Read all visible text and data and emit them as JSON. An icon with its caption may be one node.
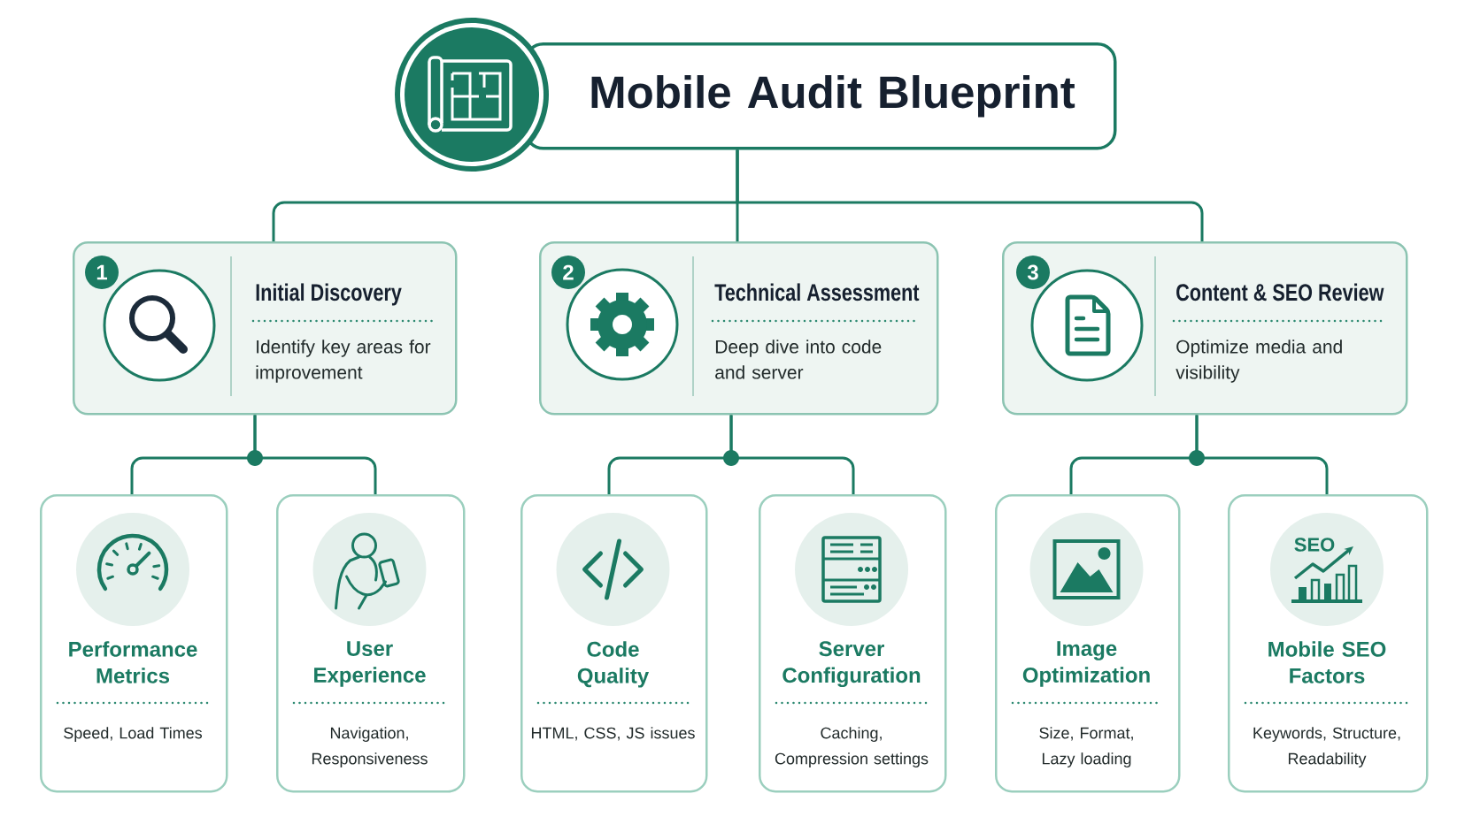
{
  "diagram": {
    "nodes": [
      {
        "text": [
          "Mobile Audit Blueprint"
        ]
      },
      {
        "text": [
          "Initial Discovery",
          "Identify key areas for improvement"
        ]
      },
      {
        "text": [
          "1"
        ],
        "in": 1
      },
      {
        "text": [
          "Technical Assessment",
          "Deep dive into code and server"
        ]
      },
      {
        "text": [
          "2"
        ],
        "in": 3
      },
      {
        "text": [
          "Content & SEO Review",
          "Optimize media and visibility"
        ]
      },
      {
        "text": [
          "3"
        ],
        "in": 5
      },
      {
        "text": [
          "Performance Metrics",
          "Speed, Load Times"
        ]
      },
      {
        "text": [
          "User Experience",
          "Navigation, Responsiveness"
        ]
      },
      {
        "text": [
          "Code Quality",
          "HTML, CSS, JS issues"
        ]
      },
      {
        "text": [
          "Server Configuration",
          "Caching, Compression settings"
        ]
      },
      {
        "text": [
          "Image Optimization",
          "Size, Format, Lazy loading"
        ]
      },
      {
        "text": [
          "Mobile SEO Factors",
          "Keywords, Structure, Readability"
        ]
      }
    ],
    "edges": [
      {
        "from": 0,
        "to": 1,
        "arrow": "none"
      },
      {
        "from": 0,
        "to": 3,
        "arrow": "none"
      },
      {
        "from": 0,
        "to": 5,
        "arrow": "none"
      },
      {
        "from": 1,
        "to": 7,
        "arrow": "none"
      },
      {
        "from": 1,
        "to": 8,
        "arrow": "none"
      },
      {
        "from": 3,
        "to": 9,
        "arrow": "none"
      },
      {
        "from": 3,
        "to": 10,
        "arrow": "none"
      },
      {
        "from": 5,
        "to": 11,
        "arrow": "none"
      },
      {
        "from": 5,
        "to": 12,
        "arrow": "none"
      }
    ],
    "labels": [
      "SEO"
    ]
  }
}
